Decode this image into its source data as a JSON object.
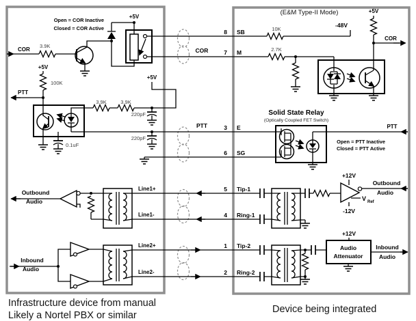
{
  "captions": {
    "left_line1": "Infrastructure device from manual",
    "left_line2": "Likely a Nortel PBX or similar",
    "right": "Device being integrated"
  },
  "labels": {
    "v5": "+5V",
    "v12_pos": "+12V",
    "v12_neg": "-12V",
    "v48_neg": "-48V",
    "cor": "COR",
    "ptt": "PTT",
    "r3_9k": "3.9K",
    "r100k": "100K",
    "r10k": "10K",
    "r2_7k": "2.7K",
    "c220pf": "220pF",
    "c0_1uf": "0.1uF",
    "cor_note_open": "Open = COR Inactive",
    "cor_note_closed": "Closed = COR Active",
    "ptt_note_open": "Open = PTT Inactive",
    "ptt_note_closed": "Closed = PTT Active",
    "em_mode": "(E&M Type-II Mode)",
    "ssr_title": "Solid State Relay",
    "ssr_subtitle": "(Optically Coupled FET Switch)",
    "outbound": "Outbound",
    "inbound": "Inbound",
    "audio": "Audio",
    "attenuator_line1": "Audio",
    "attenuator_line2": "Attenuator",
    "vref_main": "V",
    "vref_sub": "Ref",
    "line1_plus": "Line1+",
    "line1_minus": "Line1-",
    "line2_plus": "Line2+",
    "line2_minus": "Line2-"
  },
  "connector": {
    "pins": [
      {
        "num": "8",
        "name": "SB"
      },
      {
        "num": "7",
        "name": "M"
      },
      {
        "num": "3",
        "name": "E"
      },
      {
        "num": "6",
        "name": "SG"
      },
      {
        "num": "5",
        "name": "Tip-1"
      },
      {
        "num": "4",
        "name": "Ring-1"
      },
      {
        "num": "1",
        "name": "Tip-2"
      },
      {
        "num": "2",
        "name": "Ring-2"
      }
    ]
  }
}
